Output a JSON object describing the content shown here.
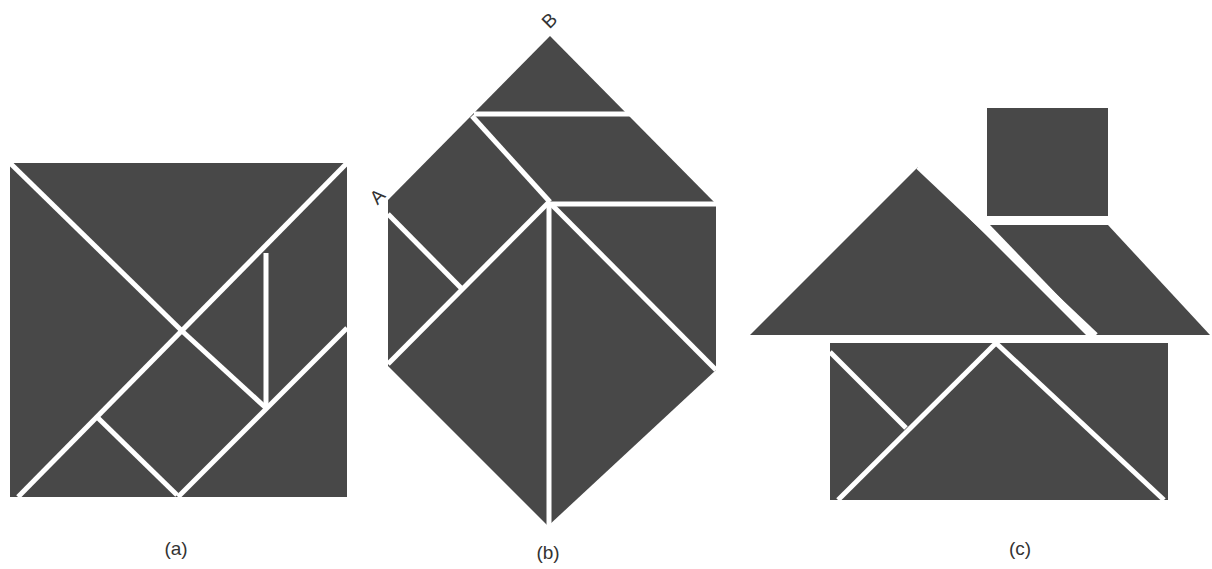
{
  "diagram": {
    "labels": [
      "B",
      "A",
      "(a)",
      "(b)",
      "(c)"
    ]
  }
}
